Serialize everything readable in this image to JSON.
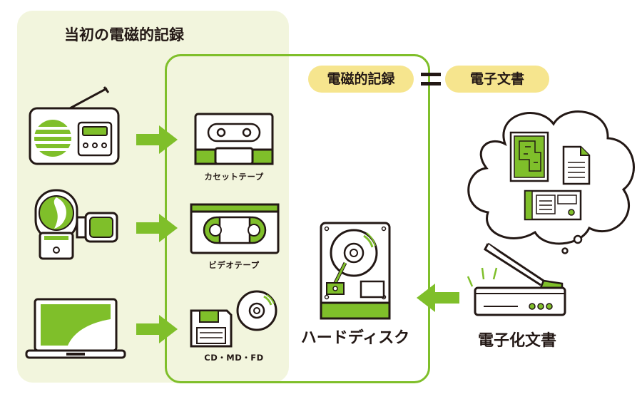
{
  "left_title": "当初の電磁的記録",
  "equation": {
    "left": "電磁的記録",
    "right": "電子文書"
  },
  "media": [
    {
      "label": "カセットテープ"
    },
    {
      "label": "ビデオテープ"
    },
    {
      "label": "CD・MD・FD"
    }
  ],
  "hdd_label": "ハードディスク",
  "digitization_label": "電子化文書",
  "colors": {
    "accent_green": "#7fbf2a",
    "panel_bg": "#f2f5dd",
    "pill_yellow": "#f6e58e",
    "outline": "#231815"
  }
}
